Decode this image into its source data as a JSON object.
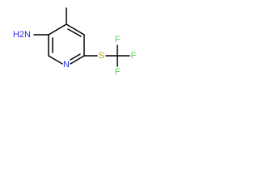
{
  "molecule": {
    "bond_color": "#000000",
    "atoms": {
      "amine": {
        "label": "H2N",
        "color": "#2d2df0"
      },
      "ring_nitrogen": {
        "label": "N",
        "color": "#2d2df0"
      },
      "sulfur": {
        "label": "S",
        "color": "#b8a100"
      },
      "fluorine_top": {
        "label": "F",
        "color": "#57d957"
      },
      "fluorine_right": {
        "label": "F",
        "color": "#57d957"
      },
      "fluorine_bottom": {
        "label": "F",
        "color": "#57d957"
      }
    }
  }
}
